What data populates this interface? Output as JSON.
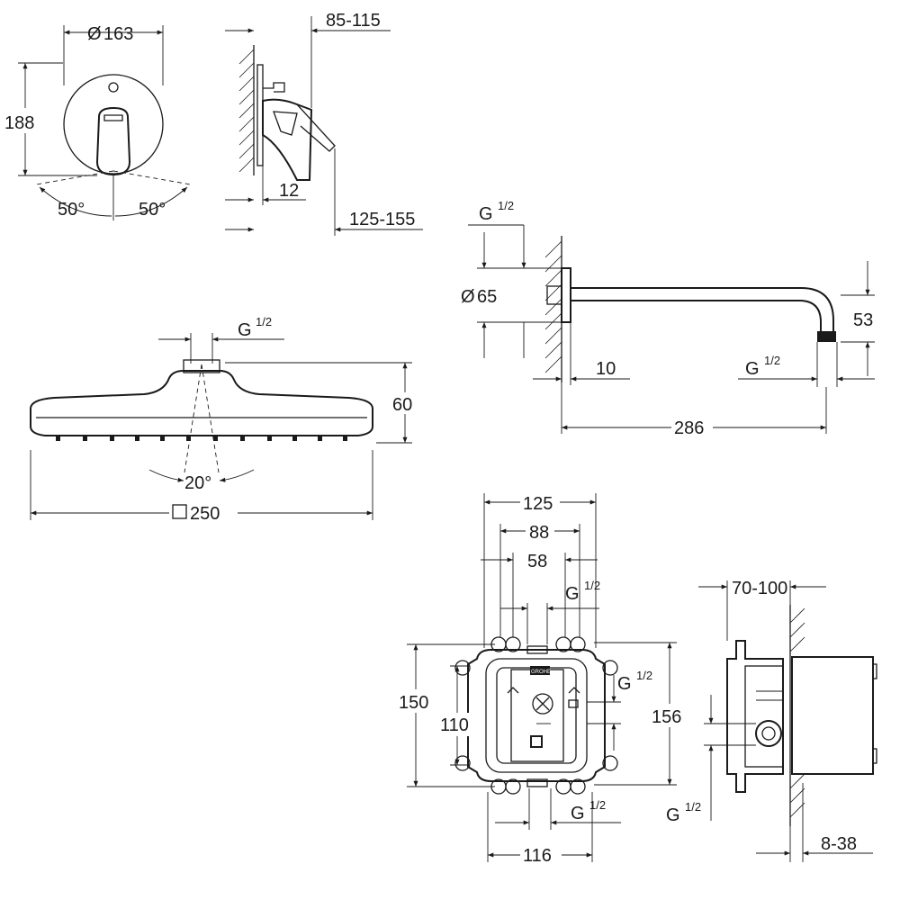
{
  "diagram": {
    "mixer_plate": {
      "diameter": "163",
      "height": "188",
      "angle_left": "50°",
      "angle_right": "50°"
    },
    "mixer_side": {
      "depth_range": "85-115",
      "plate_thickness": "12",
      "lever_range": "125-155"
    },
    "shower_head": {
      "connection": "G",
      "connection_fraction": "1/2",
      "height": "60",
      "spray_angle": "20°",
      "size": "250"
    },
    "shower_arm": {
      "connection_top": "G",
      "connection_top_fraction": "1/2",
      "rosette_diameter": "65",
      "drop": "53",
      "wall_offset": "10",
      "outlet_connection": "G",
      "outlet_connection_fraction": "1/2",
      "length": "286"
    },
    "rough_in_front": {
      "width_outer": "125",
      "width_mid": "88",
      "width_inner": "58",
      "outlet_top": "G",
      "outlet_top_fraction": "1/2",
      "outlet_right": "G",
      "outlet_right_fraction": "1/2",
      "outlet_bottom": "G",
      "outlet_bottom_fraction": "1/2",
      "height_outer": "150",
      "height_inner": "110",
      "height_right": "156",
      "bottom_width": "116",
      "brand": "GROHE"
    },
    "rough_in_side": {
      "install_depth": "70-100",
      "inlet": "G",
      "inlet_fraction": "1/2",
      "finish_depth": "8-38"
    }
  }
}
